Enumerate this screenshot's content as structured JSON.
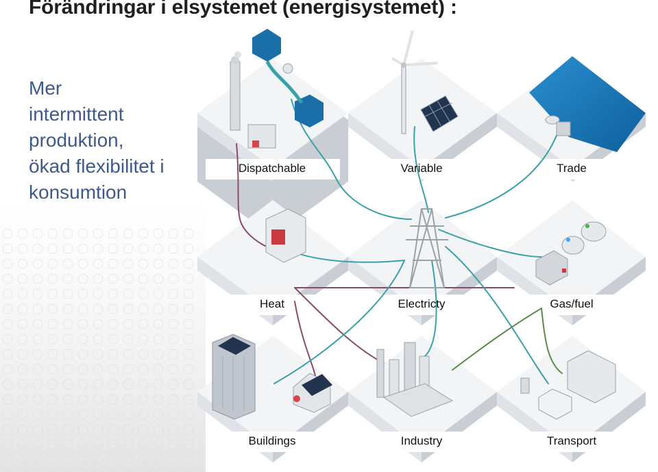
{
  "slide": {
    "title": "Förändringar i elsystemet (energisystemet) :",
    "side_text_lines": [
      "Mer",
      "intermittent",
      "produktion,",
      "ökad flexibilitet i",
      "konsumtion"
    ]
  },
  "tiles": [
    {
      "id": "dispatchable",
      "label": "Dispatchable"
    },
    {
      "id": "variable",
      "label": "Variable"
    },
    {
      "id": "trade",
      "label": "Trade"
    },
    {
      "id": "heat",
      "label": "Heat"
    },
    {
      "id": "electricity",
      "label": "Electricty"
    },
    {
      "id": "gas",
      "label": "Gas/fuel"
    },
    {
      "id": "buildings",
      "label": "Buildings"
    },
    {
      "id": "industry",
      "label": "Industry"
    },
    {
      "id": "transport",
      "label": "Transport"
    }
  ],
  "colors": {
    "electric_line": "#3aa0a8",
    "heat_line": "#8a4a6a",
    "gas_line": "#5a8a4a",
    "water": "#1a6fa8",
    "tile_top": "#f2f4f6",
    "tile_side": "#c9ced4"
  }
}
